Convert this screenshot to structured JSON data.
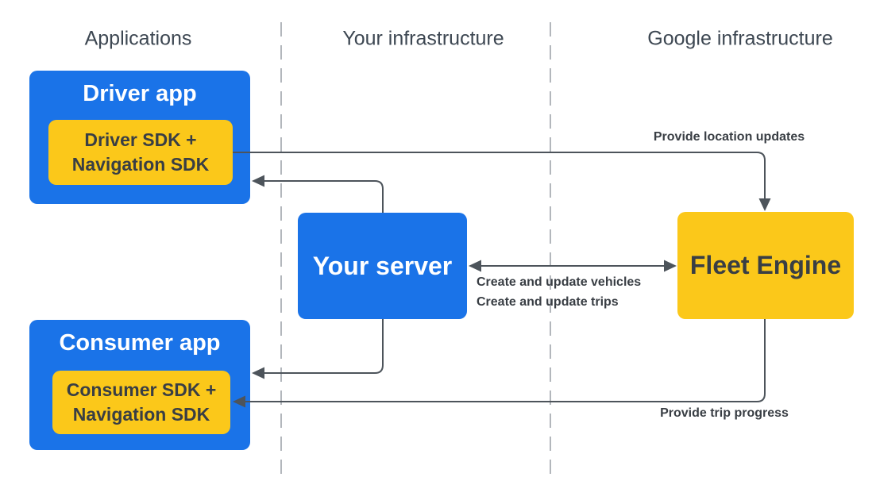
{
  "columns": {
    "applications": "Applications",
    "your_infrastructure": "Your infrastructure",
    "google_infrastructure": "Google infrastructure"
  },
  "nodes": {
    "driver_app": {
      "title": "Driver app",
      "sdk": "Driver SDK + Navigation SDK"
    },
    "consumer_app": {
      "title": "Consumer app",
      "sdk": "Consumer SDK + Navigation SDK"
    },
    "your_server": {
      "title": "Your server"
    },
    "fleet_engine": {
      "title": "Fleet Engine"
    }
  },
  "edges": {
    "provide_location_updates": "Provide location updates",
    "create_and_update_vehicles": "Create and update vehicles",
    "create_and_update_trips": "Create and update trips",
    "provide_trip_progress": "Provide trip progress"
  },
  "colors": {
    "blue": "#1A73E8",
    "yellow": "#FBC81A",
    "line": "#4D545B",
    "dashed": "#A0A5AB",
    "heading": "#3D4752",
    "dark_text": "#393E44"
  }
}
